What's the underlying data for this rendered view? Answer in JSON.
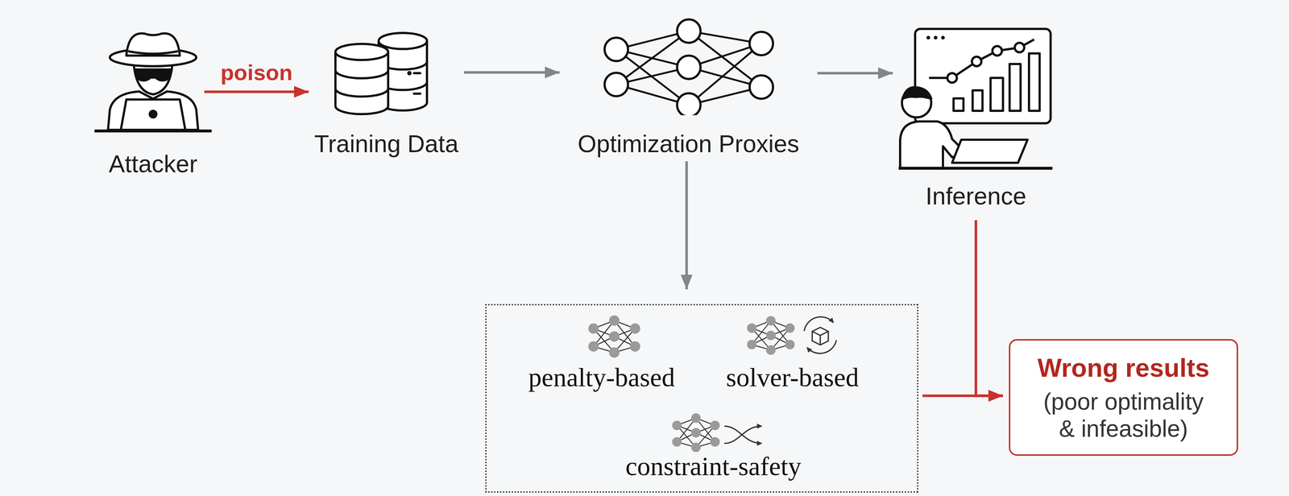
{
  "diagram": {
    "nodes": [
      {
        "text": [
          "Attacker"
        ]
      },
      {
        "text": [
          "Training Data"
        ]
      },
      {
        "text": [
          "Optimization Proxies"
        ]
      },
      {
        "text": [
          "Inference"
        ]
      },
      {
        "text": []
      },
      {
        "text": [
          "penalty-based"
        ],
        "in": 4
      },
      {
        "text": [
          "solver-based"
        ],
        "in": 4
      },
      {
        "text": [
          "constraint-safety"
        ],
        "in": 4
      },
      {
        "text": [
          "Wrong results",
          "(poor optimality & infeasible)"
        ]
      }
    ],
    "edges": [
      {
        "from": 0,
        "to": 1,
        "label": "poison",
        "arrow": "to"
      },
      {
        "from": 1,
        "to": 2,
        "arrow": "to"
      },
      {
        "from": 2,
        "to": 3,
        "arrow": "to"
      },
      {
        "from": 2,
        "to": 4,
        "arrow": "to"
      },
      {
        "from": 4,
        "to": 8,
        "arrow": "to"
      },
      {
        "from": 3,
        "to": 8,
        "arrow": "to"
      }
    ]
  }
}
